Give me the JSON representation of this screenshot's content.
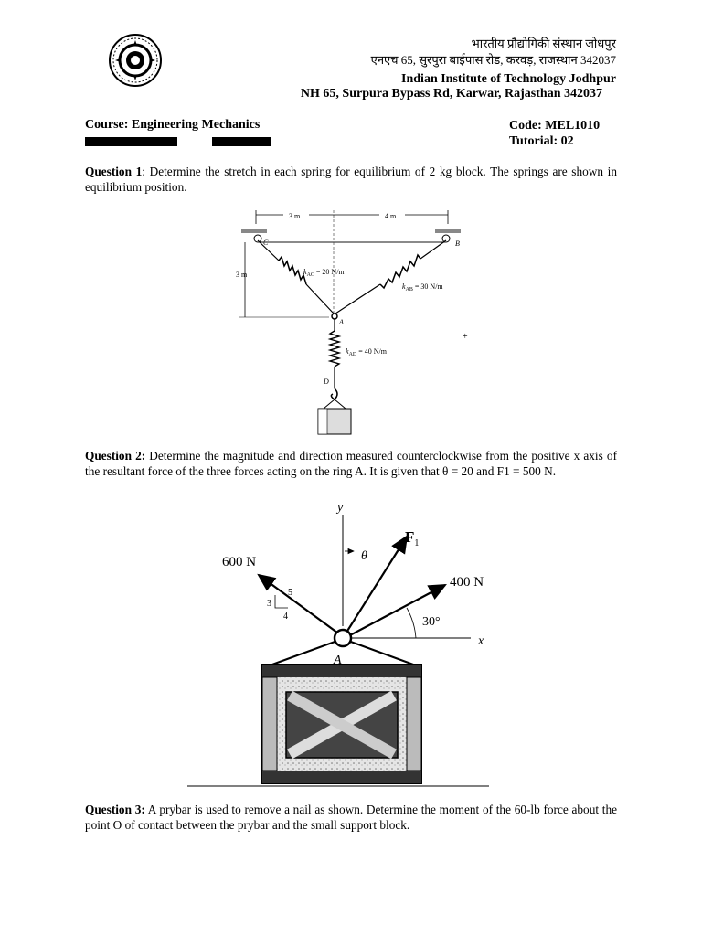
{
  "header": {
    "hindi_name": "भारतीय प्रौद्योगिकी संस्थान जोधपुर",
    "hindi_address": "एनएच 65, सुरपुरा बाईपास रोड, करवड़, राजस्थान 342037",
    "institute": "Indian Institute of Technology Jodhpur",
    "address": "NH 65, Surpura Bypass Rd, Karwar, Rajasthan 342037"
  },
  "course": {
    "name": "Course: Engineering Mechanics",
    "code": "Code: MEL1010",
    "tutorial": "Tutorial: 02"
  },
  "questions": [
    {
      "label": "Question 1",
      "text": ": Determine the stretch in each spring for equilibrium of 2 kg block. The springs are shown in equilibrium position."
    },
    {
      "label": "Question 2:",
      "text": " Determine the magnitude and direction measured counterclockwise from the positive x axis of the resultant force of the three forces acting on the ring A. It is given that θ = 20 and F1 = 500 N."
    },
    {
      "label": "Question 3:",
      "text": " A prybar is used to remove a nail as shown. Determine the moment of the 60-lb force about the point O of contact between the prybar and the small support block."
    }
  ],
  "figure1": {
    "dim_left": "3 m",
    "dim_right": "4 m",
    "dim_vertical": "3 m",
    "label_c": "C",
    "label_b": "B",
    "label_a": "A",
    "label_d": "D",
    "k_ac": "k",
    "k_ac_sub": "AC",
    "k_ac_val": " = 20 N/m",
    "k_ab": "k",
    "k_ab_sub": "AB",
    "k_ab_val": " = 30 N/m",
    "k_ad": "k",
    "k_ad_sub": "AD",
    "k_ad_val": " = 40 N/m"
  },
  "figure2": {
    "axis_y": "y",
    "axis_x": "x",
    "force_600": "600 N",
    "force_400": "400 N",
    "force_f1": "F",
    "force_f1_sub": "1",
    "theta": "θ",
    "angle_30": "30°",
    "ring": "A",
    "slope_3": "3",
    "slope_4": "4",
    "slope_5": "5"
  }
}
